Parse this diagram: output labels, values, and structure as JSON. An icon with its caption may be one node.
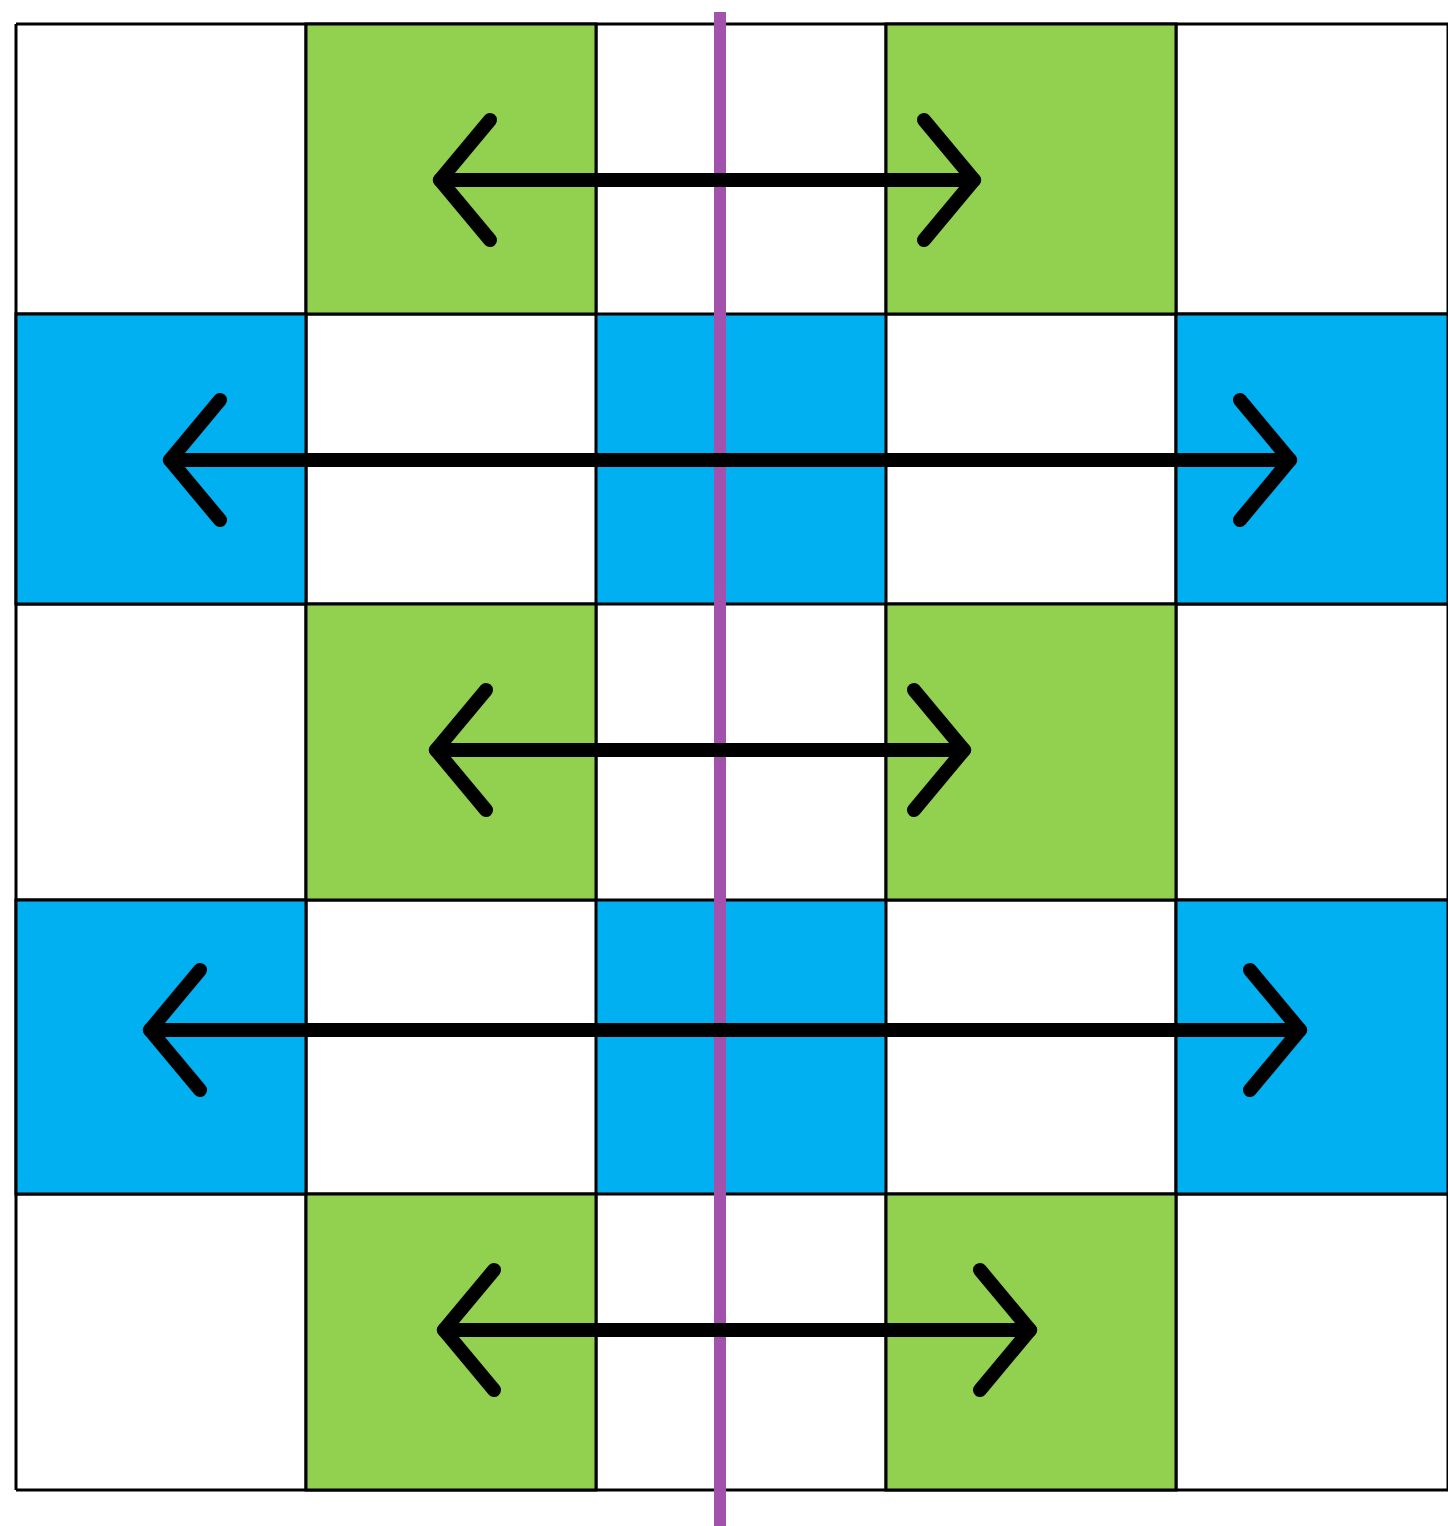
{
  "diagram": {
    "nodes": [
      {
        "text": [],
        "shape": "box"
      },
      {
        "text": [],
        "shape": "box"
      },
      {
        "text": [],
        "shape": "box"
      },
      {
        "text": [],
        "shape": "box"
      },
      {
        "text": [],
        "shape": "box"
      },
      {
        "text": [],
        "shape": "box"
      },
      {
        "text": [],
        "shape": "box"
      },
      {
        "text": [],
        "shape": "box"
      },
      {
        "text": [],
        "shape": "box"
      },
      {
        "text": [],
        "shape": "box"
      }
    ],
    "edges": [
      {
        "from": 0,
        "to": 1,
        "arrow": "both"
      },
      {
        "from": 2,
        "to": 3,
        "arrow": "both"
      },
      {
        "from": 4,
        "to": 5,
        "arrow": "both"
      },
      {
        "from": 6,
        "to": 7,
        "arrow": "both"
      },
      {
        "from": 8,
        "to": 9,
        "arrow": "both"
      }
    ]
  }
}
